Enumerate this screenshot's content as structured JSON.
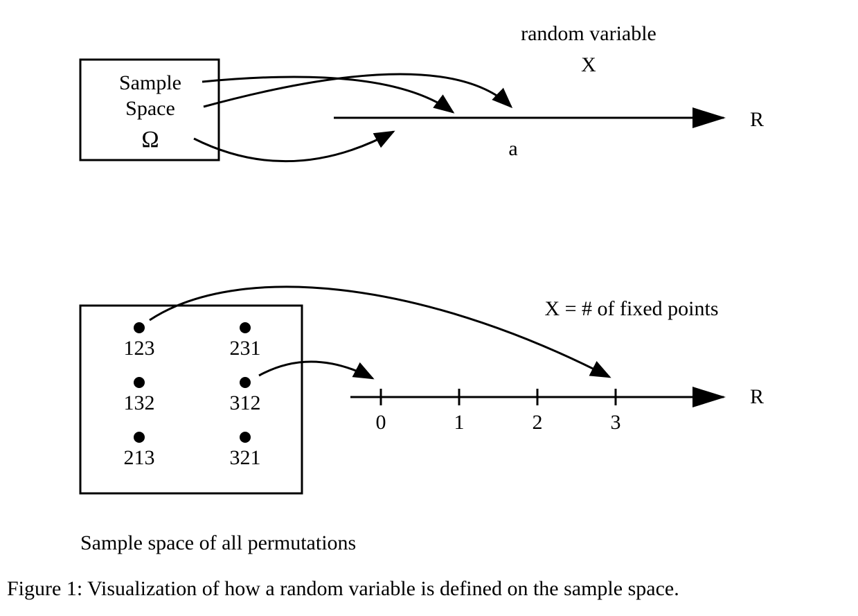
{
  "top_diagram": {
    "box_label_line1": "Sample",
    "box_label_line2": "Space",
    "box_symbol": "Ω",
    "function_label": "random variable",
    "function_symbol": "X",
    "point_label": "a",
    "axis_label": "R"
  },
  "bottom_diagram": {
    "permutations": [
      {
        "label": "123"
      },
      {
        "label": "231"
      },
      {
        "label": "132"
      },
      {
        "label": "312"
      },
      {
        "label": "213"
      },
      {
        "label": "321"
      }
    ],
    "function_label": "X = # of fixed points",
    "axis_label": "R",
    "ticks": [
      "0",
      "1",
      "2",
      "3"
    ],
    "mappings": [
      {
        "from": "123",
        "to": "3"
      },
      {
        "from": "312",
        "to": "0"
      }
    ],
    "box_caption": "Sample space of all permutations"
  },
  "figure_caption": "Figure 1: Visualization of how a random variable is defined on the sample space."
}
